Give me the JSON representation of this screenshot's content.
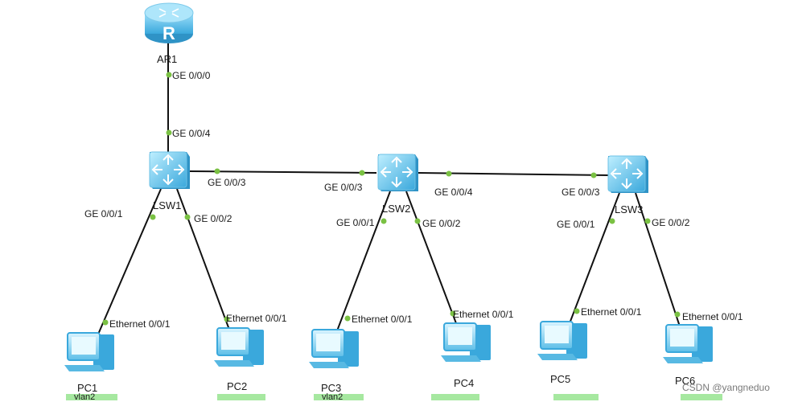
{
  "devices": {
    "router": "AR1",
    "switches": [
      "LSW1",
      "LSW2",
      "LSW3"
    ],
    "pcs": [
      "PC1",
      "PC2",
      "PC3",
      "PC4",
      "PC5",
      "PC6"
    ]
  },
  "ports": {
    "ar1_down": "GE 0/0/0",
    "lsw1_up": "GE 0/0/4",
    "lsw1_right": "GE 0/0/3",
    "lsw2_left": "GE 0/0/3",
    "lsw2_right": "GE 0/0/4",
    "lsw3_left": "GE 0/0/3",
    "lsw1_p1": "GE 0/0/1",
    "lsw1_p2": "GE 0/0/2",
    "lsw2_p1": "GE 0/0/1",
    "lsw2_p2": "GE 0/0/2",
    "lsw3_p1": "GE 0/0/1",
    "lsw3_p2": "GE 0/0/2",
    "pc_eth": "Ethernet 0/0/1"
  },
  "vlan_tags": [
    "vlan2",
    "vlan2"
  ],
  "watermark": "CSDN @yangneduo",
  "colors": {
    "link": "#111111",
    "port_dot": "#7ac143",
    "device_blue": "#4fb6e8",
    "vlan_tag": "#a6e8a0"
  },
  "icons": {
    "router": "router-icon",
    "switch": "layer3-switch-icon",
    "pc": "pc-icon"
  }
}
